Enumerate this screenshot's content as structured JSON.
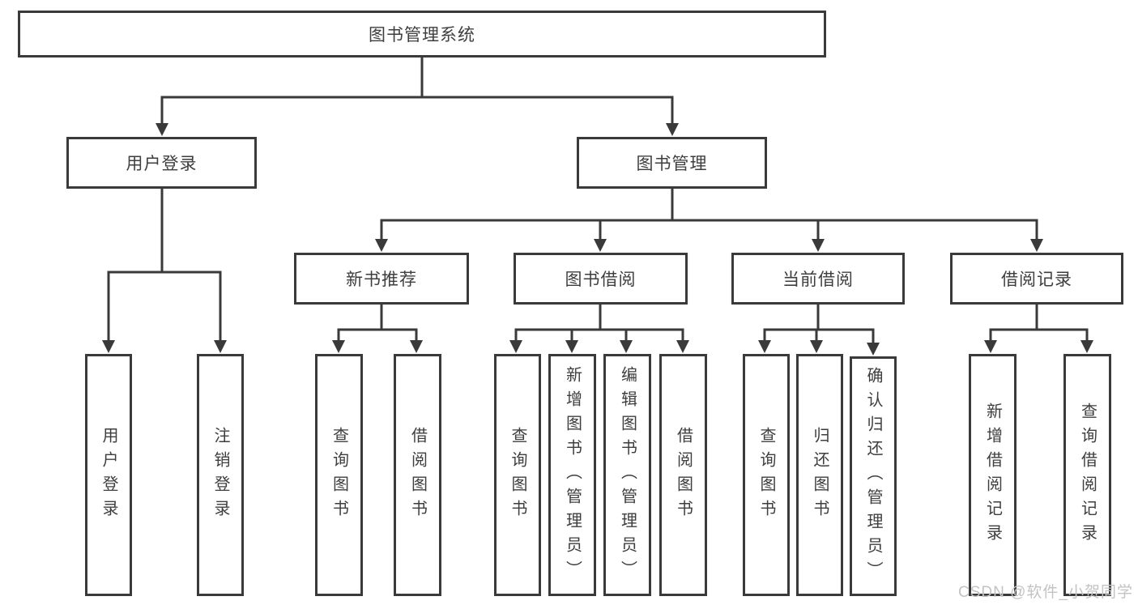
{
  "colors": {
    "background": "#ffffff",
    "line": "#3a3a3a",
    "box_border": "#3a3a3a",
    "text": "#3e3e3e",
    "watermark": "#c3c3c3"
  },
  "diagram": {
    "root": {
      "label": "图书管理系统"
    },
    "branches": [
      {
        "label": "用户登录",
        "children": [
          "用户登录",
          "注销登录"
        ]
      },
      {
        "label": "图书管理",
        "sections": [
          {
            "label": "新书推荐",
            "children": [
              "查询图书",
              "借阅图书"
            ]
          },
          {
            "label": "图书借阅",
            "children": [
              "查询图书",
              "新增图书（管理员）",
              "编辑图书（管理员）",
              "借阅图书"
            ]
          },
          {
            "label": "当前借阅",
            "children": [
              "查询图书",
              "归还图书",
              "确认归还（管理员）"
            ]
          },
          {
            "label": "借阅记录",
            "children": [
              "新增借阅记录",
              "查询借阅记录"
            ]
          }
        ]
      }
    ]
  },
  "watermark": {
    "text": "CSDN @软件_小贺同学"
  }
}
